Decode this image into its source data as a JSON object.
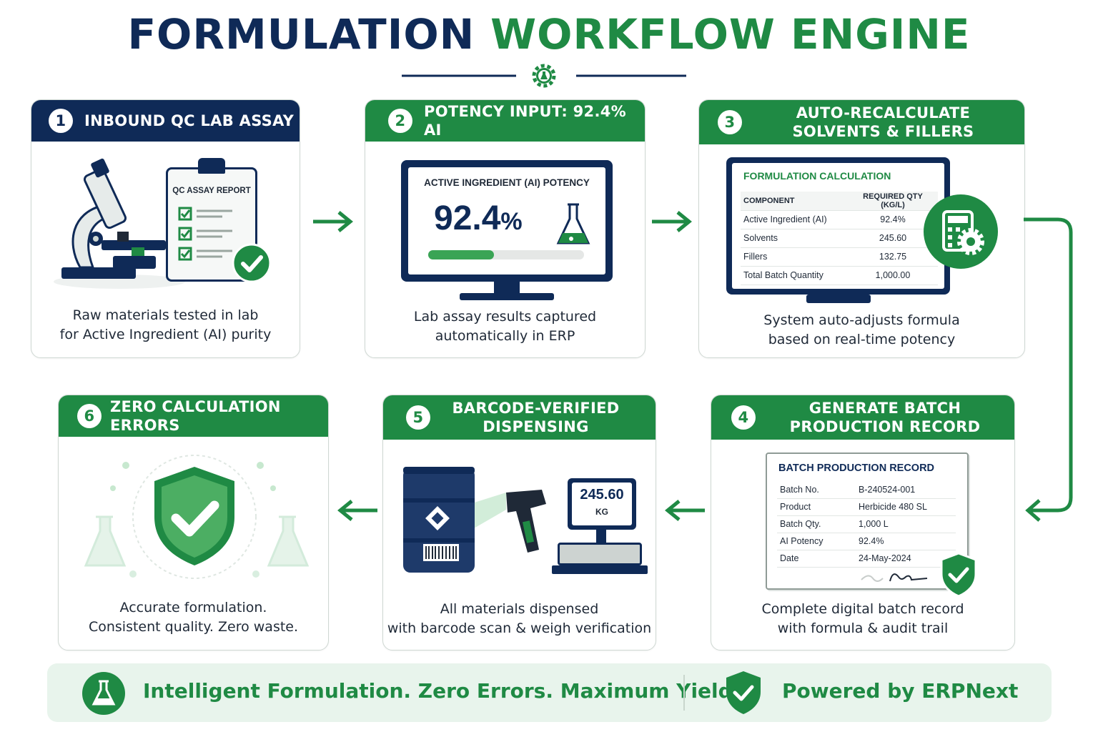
{
  "title": {
    "part1": "FORMULATION",
    "part2": "WORKFLOW ENGINE"
  },
  "colors": {
    "navy": "#0f2a57",
    "green": "#1f8a44",
    "light_green": "#e8f4ec"
  },
  "steps": [
    {
      "num": "1",
      "title": "INBOUND QC LAB ASSAY",
      "caption1": "Raw materials tested in lab",
      "caption2": "for Active Ingredient (AI) purity",
      "report_label": "QC ASSAY REPORT"
    },
    {
      "num": "2",
      "title": "POTENCY INPUT: 92.4% AI",
      "caption1": "Lab assay results captured",
      "caption2": "automatically in ERP",
      "monitor_label": "ACTIVE INGREDIENT (AI) POTENCY",
      "potency": "92.4",
      "unit": "%",
      "progress": 0.42
    },
    {
      "num": "3",
      "title1": "AUTO-RECALCULATE",
      "title2": "SOLVENTS & FILLERS",
      "caption1": "System auto-adjusts formula",
      "caption2": "based on real-time potency",
      "calc_title": "FORMULATION CALCULATION",
      "col1": "COMPONENT",
      "col2": "REQUIRED QTY (KG/L)",
      "rows": [
        {
          "component": "Active Ingredient (AI)",
          "qty": "92.4%"
        },
        {
          "component": "Solvents",
          "qty": "245.60"
        },
        {
          "component": "Fillers",
          "qty": "132.75"
        },
        {
          "component": "Total Batch Quantity",
          "qty": "1,000.00"
        }
      ]
    },
    {
      "num": "4",
      "title1": "GENERATE BATCH",
      "title2": "PRODUCTION RECORD",
      "caption1": "Complete digital batch record",
      "caption2": "with formula & audit trail",
      "record_title": "BATCH PRODUCTION RECORD",
      "record": [
        {
          "label": "Batch No.",
          "value": "B-240524-001"
        },
        {
          "label": "Product",
          "value": "Herbicide 480 SL"
        },
        {
          "label": "Batch Qty.",
          "value": "1,000 L"
        },
        {
          "label": "AI Potency",
          "value": "92.4%"
        },
        {
          "label": "Date",
          "value": "24-May-2024"
        }
      ]
    },
    {
      "num": "5",
      "title1": "BARCODE-VERIFIED",
      "title2": "DISPENSING",
      "caption1": "All materials dispensed",
      "caption2": "with barcode scan & weigh verification",
      "scale_value": "245.60",
      "scale_unit": "KG"
    },
    {
      "num": "6",
      "title": "ZERO CALCULATION ERRORS",
      "caption1": "Accurate formulation.",
      "caption2": "Consistent quality. Zero waste."
    }
  ],
  "footer": {
    "tagline": "Intelligent Formulation. Zero Errors. Maximum Yield.",
    "powered": "Powered by ERPNext"
  }
}
